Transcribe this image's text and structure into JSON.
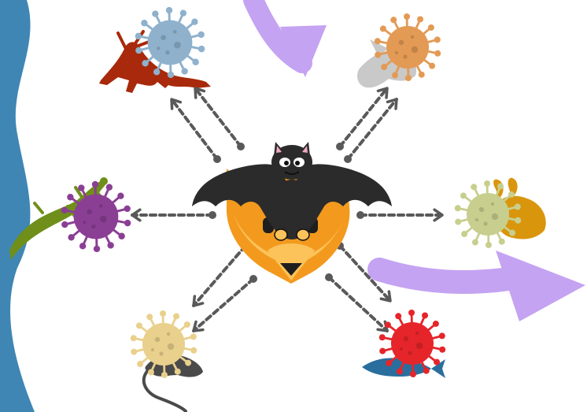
{
  "colors": {
    "background": "#ffffff",
    "water_band": "#3f86b4",
    "big_arrow": "#c4a3f2",
    "connector": "#595959",
    "bat": "#2b2b2b",
    "bat_ear_inner": "#f0a6c4",
    "fox_fur": "#f39a1e",
    "fox_light": "#fbc35a",
    "fox_nose": "#1e1e1e"
  },
  "hub": {
    "animals": [
      "bat",
      "fox"
    ]
  },
  "viruses": [
    {
      "id": "virus-blue",
      "color": "#8fb1cc",
      "host": "deer",
      "host_color": "#a8290b"
    },
    {
      "id": "virus-orange",
      "color": "#e39a54",
      "host": "bird",
      "host_color": "#c9c9c9"
    },
    {
      "id": "virus-purple",
      "color": "#8a3f94",
      "host": "lizard",
      "host_color": "#6f8f1a"
    },
    {
      "id": "virus-sage",
      "color": "#c8cf8e",
      "host": "rabbit",
      "host_color": "#d9960d"
    },
    {
      "id": "virus-yellow",
      "color": "#e9d08c",
      "host": "rat",
      "host_color": "#4a4a4a"
    },
    {
      "id": "virus-red",
      "color": "#e5252a",
      "host": "fish",
      "host_color": "#2a6e9e"
    }
  ],
  "icons": [
    "bat-icon",
    "fox-icon",
    "deer-icon",
    "bird-icon",
    "lizard-icon",
    "rabbit-icon",
    "rat-icon",
    "fish-icon",
    "virus-icon"
  ]
}
